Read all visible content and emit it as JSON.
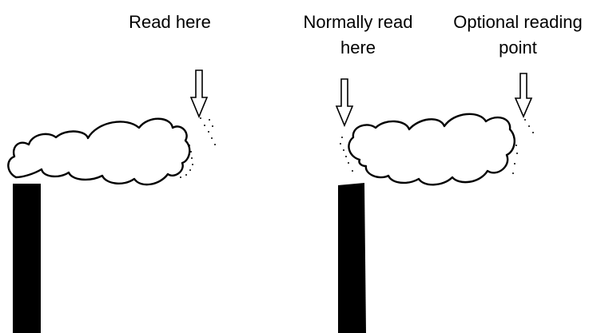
{
  "labels": {
    "left": "Read here",
    "middle_line1": "Normally read",
    "middle_line2": "here",
    "right_line1": "Optional reading",
    "right_line2": "point"
  },
  "colors": {
    "ink": "#000000",
    "background": "#ffffff"
  }
}
